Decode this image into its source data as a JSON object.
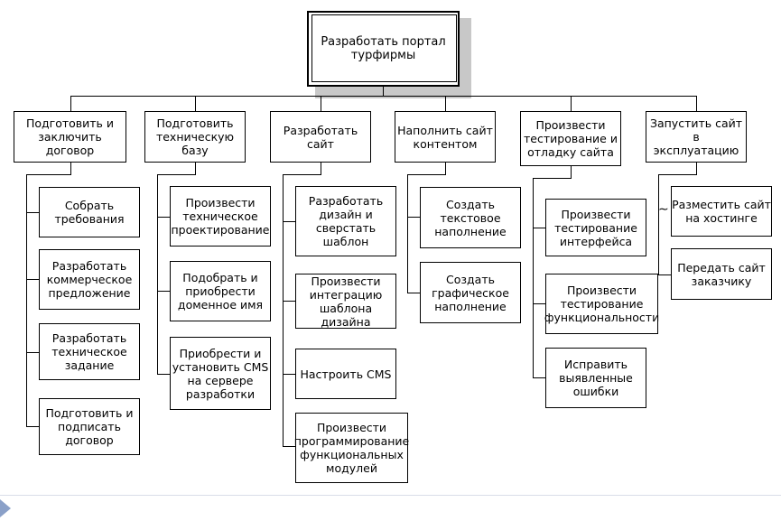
{
  "root": "Разработать портал\nтурфирмы",
  "phases": [
    {
      "label": "Подготовить и\nзаключить договор",
      "tasks": [
        "Собрать\nтребования",
        "Разработать\nкоммерческое\nпредложение",
        "Разработать\nтехническое\nзадание",
        "Подготовить и\nподписать\nдоговор"
      ]
    },
    {
      "label": "Подготовить\nтехническую базу",
      "tasks": [
        "Произвести\nтехническое\nпроектирование",
        "Подобрать и\nприобрести\nдоменное имя",
        "Приобрести и\nустановить CMS\nна сервере\nразработки"
      ]
    },
    {
      "label": "Разработать\nсайт",
      "tasks": [
        "Разработать\nдизайн и\nсверстать\nшаблон",
        "Произвести\nинтеграцию\nшаблона дизайна",
        "Настроить CMS",
        "Произвести\nпрограммирование\nфункциональных\nмодулей"
      ]
    },
    {
      "label": "Наполнить сайт\nконтентом",
      "tasks": [
        "Создать\nтекстовое\nнаполнение",
        "Создать\nграфическое\nнаполнение"
      ]
    },
    {
      "label": "Произвести\nтестирование и\nотладку сайта",
      "tasks": [
        "Произвести\nтестирование\nинтерфейса",
        "Произвести\nтестирование\nфункциональности",
        "Исправить\nвыявленные\nошибки"
      ]
    },
    {
      "label": "Запустить сайт в\nэксплуатацию",
      "tasks": [
        "Разместить сайт\nна хостинге",
        "Передать сайт\nзаказчику"
      ]
    }
  ]
}
